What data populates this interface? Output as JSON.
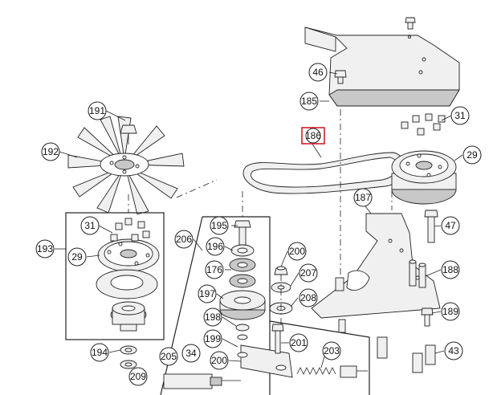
{
  "callouts": {
    "c191": "191",
    "c192": "192",
    "c193": "193",
    "c31a": "31",
    "c29a": "29",
    "c194": "194",
    "c209": "209",
    "c206": "206",
    "c195": "195",
    "c196": "196",
    "c176": "176",
    "c197": "197",
    "c198": "198",
    "c199": "199",
    "c200a": "200",
    "c205": "205",
    "c34": "34",
    "c200b": "200",
    "c207": "207",
    "c208": "208",
    "c201": "201",
    "c203": "203",
    "c46": "46",
    "c185": "185",
    "c186": "186",
    "c31b": "31",
    "c29b": "29",
    "c187": "187",
    "c47": "47",
    "c188": "188",
    "c189": "189",
    "c43": "43"
  },
  "highlighted_part": "186",
  "highlight_color": "#d4202a"
}
